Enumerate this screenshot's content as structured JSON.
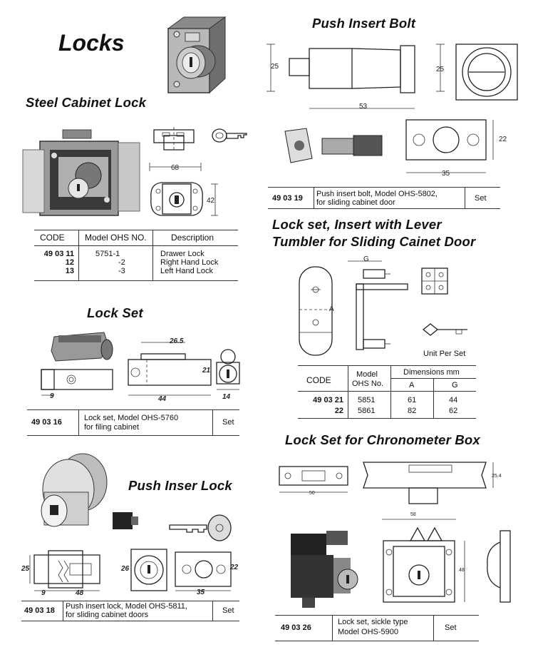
{
  "page_title": "Locks",
  "steel_cabinet": {
    "title": "Steel Cabinet Lock",
    "dims": {
      "width": "68",
      "height": "42"
    },
    "headers": [
      "CODE",
      "Model OHS NO.",
      "Description"
    ],
    "rows": [
      {
        "code": "49 03 11",
        "model": "5751-1",
        "desc": "Drawer Lock"
      },
      {
        "code": "12",
        "model": "-2",
        "desc": "Right Hand Lock"
      },
      {
        "code": "13",
        "model": "-3",
        "desc": "Left Hand Lock"
      }
    ]
  },
  "lock_set": {
    "title": "Lock Set",
    "dims": {
      "d1": "26.5",
      "d2": "21",
      "d3": "9",
      "d4": "44",
      "d5": "14"
    },
    "code": "49 03 16",
    "desc_line1": "Lock set, Model OHS-5760",
    "desc_line2": "for filing cabinet",
    "unit": "Set"
  },
  "push_lock": {
    "title": "Push Inser Lock",
    "dims": {
      "h1": "25",
      "h2": "26",
      "h3": "22",
      "w1": "9",
      "w2": "48",
      "w3": "35"
    },
    "code": "49 03 18",
    "desc_line1": "Push insert lock, Model OHS-5811,",
    "desc_line2": "for sliding cabinet doors",
    "unit": "Set"
  },
  "push_bolt": {
    "title": "Push Insert Bolt",
    "dims": {
      "h1": "25",
      "h2": "25",
      "w1": "53",
      "h3": "22",
      "w2": "35"
    },
    "code": "49 03 19",
    "desc_line1": "Push insert bolt, Model OHS-5802,",
    "desc_line2": "for sliding cabinet door",
    "unit": "Set"
  },
  "lever_lock": {
    "title_line1": "Lock set, Insert with Lever",
    "title_line2": "Tumbler for Sliding Cainet Door",
    "dim_g": "G",
    "dim_a": "A",
    "unit_per_set": "Unit Per Set",
    "headers": {
      "code": "CODE",
      "model_1": "Model",
      "model_2": "OHS No.",
      "dims": "Dimensions mm",
      "a": "A",
      "g": "G"
    },
    "rows": [
      {
        "code": "49 03 21",
        "model": "5851",
        "a": "61",
        "g": "44"
      },
      {
        "code": "22",
        "model": "5861",
        "a": "82",
        "g": "62"
      }
    ]
  },
  "chrono": {
    "title": "Lock Set for Chronometer Box",
    "dims": {
      "w1": "50",
      "h1": "25.4",
      "w2": "58",
      "h2": "48"
    },
    "code": "49 03 26",
    "desc_line1": "Lock set, sickle type",
    "desc_line2": "Model OHS-5900",
    "unit": "Set"
  }
}
